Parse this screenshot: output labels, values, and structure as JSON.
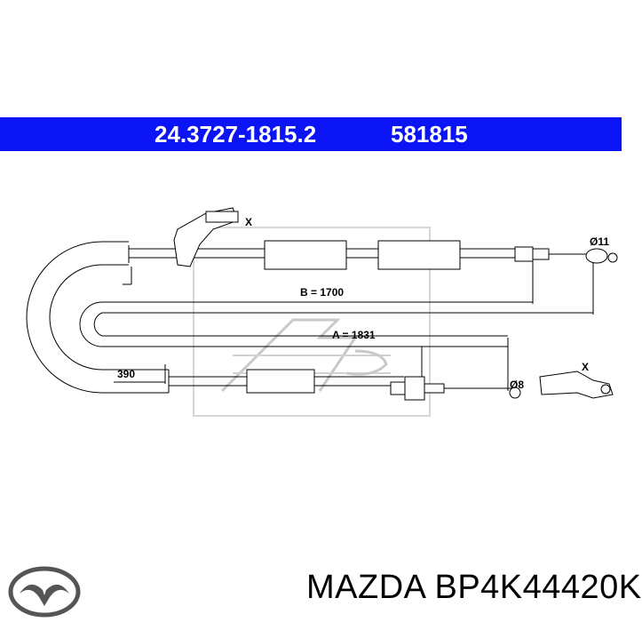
{
  "header": {
    "part_number": "24.3727-1815.2",
    "ref_number": "581815",
    "bar_color": "#0a14f5"
  },
  "diagram": {
    "label_x_top": "X",
    "label_diameter_top": "Ø11",
    "label_b": "B = 1700",
    "label_a": "A = 1831",
    "label_390": "390",
    "label_diameter_bottom": "Ø8",
    "label_x_bottom": "X",
    "watermark_logo": "ate-logo"
  },
  "footer": {
    "brand": "MAZDA",
    "part_code": "BP4K44420K",
    "brand_logo_icon": "mazda-logo-icon"
  }
}
